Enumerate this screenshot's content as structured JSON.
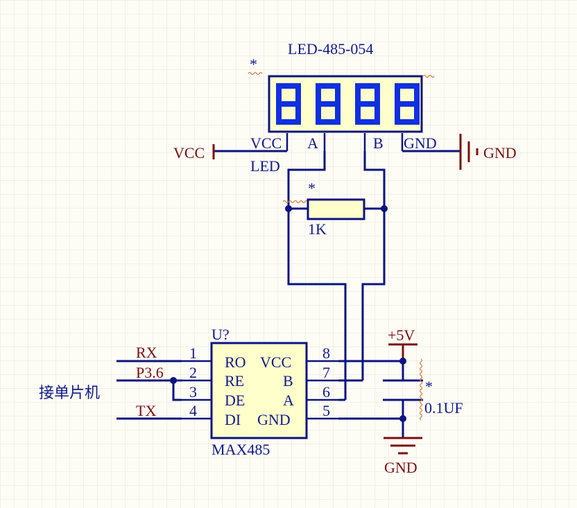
{
  "display": {
    "title": "LED-485-054",
    "designator": "*",
    "pins": {
      "vcc": "VCC",
      "a": "A",
      "b": "B",
      "gnd": "GND",
      "led": "LED"
    },
    "digits": "8888"
  },
  "resistor": {
    "designator": "*",
    "value": "1K"
  },
  "capacitor": {
    "designator": "*",
    "value": "0.1UF"
  },
  "ic": {
    "designator": "U?",
    "part": "MAX485",
    "left_pins": [
      {
        "num": "1",
        "name": "RO"
      },
      {
        "num": "2",
        "name": "RE"
      },
      {
        "num": "3",
        "name": "DE"
      },
      {
        "num": "4",
        "name": "DI"
      }
    ],
    "right_pins": [
      {
        "num": "8",
        "name": "VCC"
      },
      {
        "num": "7",
        "name": "B"
      },
      {
        "num": "6",
        "name": "A"
      },
      {
        "num": "5",
        "name": "GND"
      }
    ]
  },
  "nets": {
    "rx": "RX",
    "p36": "P3.6",
    "tx": "TX",
    "vcc_port": "VCC",
    "gnd_top": "GND",
    "plus5v": "+5V",
    "gnd_bottom": "GND"
  },
  "side_label": "接单片机",
  "colors": {
    "wire": "#0b1480",
    "power": "#7a1010",
    "body_fill": "#ffffcc",
    "segment": "#1030e0",
    "grid": "#e6e4d8"
  }
}
